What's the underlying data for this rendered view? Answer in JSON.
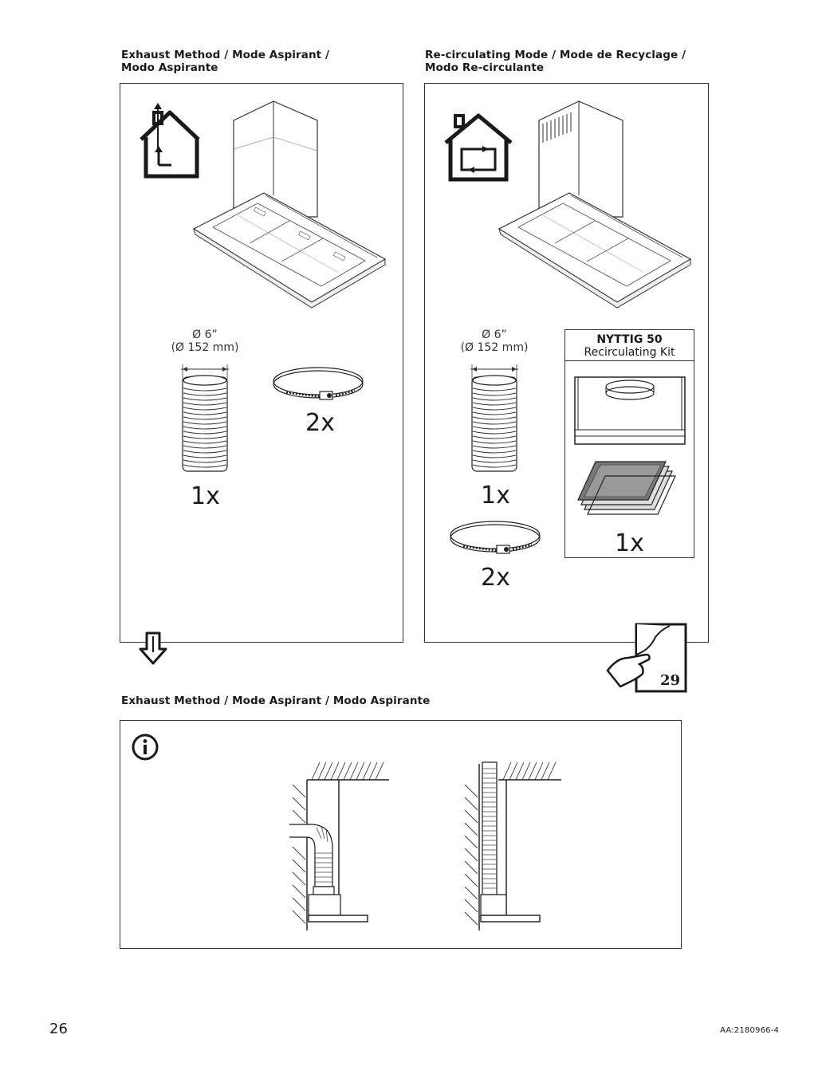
{
  "top": {
    "left_heading_line1": "Exhaust Method / Mode Aspirant /",
    "left_heading_line2": "Modo Aspirante",
    "right_heading_line1": "Re-circulating Mode / Mode de Recyclage /",
    "right_heading_line2": "Modo Re-circulante"
  },
  "left_panel": {
    "duct_diameter": "Ø 6”",
    "duct_diameter_mm": "(Ø 152 mm)",
    "duct_qty": "1x",
    "clamp_qty": "2x"
  },
  "right_panel": {
    "duct_diameter": "Ø 6”",
    "duct_diameter_mm": "(Ø 152 mm)",
    "duct_qty": "1x",
    "clamp_qty": "2x",
    "kit_name": "NYTTIG 50",
    "kit_desc": "Recirculating Kit",
    "kit_qty": "1x"
  },
  "page_ref": "29",
  "bottom": {
    "heading": "Exhaust Method / Mode Aspirant / Modo Aspirante"
  },
  "footer": {
    "page_number": "26",
    "doc_id": "AA:2180966-4"
  },
  "icons": [
    "house-exhaust-icon",
    "house-recirculate-icon",
    "arrow-down-icon",
    "page-turn-icon",
    "info-icon"
  ]
}
